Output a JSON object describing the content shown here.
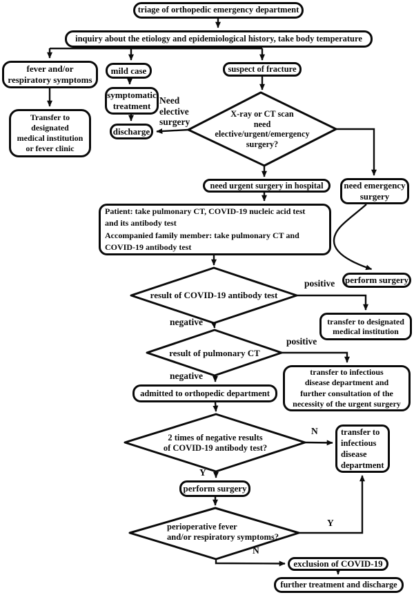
{
  "figure": {
    "type": "flowchart",
    "topic": "triage of orthopedic emergency department (COVID-19)"
  },
  "colors": {
    "ink": "#0a0a0a",
    "background": "#ffffff"
  },
  "nodes": {
    "triage": {
      "label": "triage of orthopedic emergency department"
    },
    "inquiry": {
      "label": "inquiry about the etiology and epidemiological history, take body temperature"
    },
    "fever": {
      "lines": [
        "fever and/or",
        "respiratory symptoms"
      ]
    },
    "mild_case": {
      "label": "mild case"
    },
    "suspect_fracture": {
      "label": "suspect of fracture"
    },
    "transfer_fever_clinic": {
      "lines": [
        "Transfer to",
        "designated",
        "medical institution",
        "or fever clinic"
      ]
    },
    "symptomatic_treatment": {
      "lines": [
        "symptomatic",
        "treatment"
      ]
    },
    "discharge": {
      "label": "discharge"
    },
    "xray_decision": {
      "lines": [
        "X-ray or CT scan",
        "need",
        "elective/urgent/emergency",
        "surgery?"
      ]
    },
    "need_urgent_surgery": {
      "label": "need urgent surgery in hospital"
    },
    "need_emergency_surgery": {
      "lines": [
        "need emergency",
        "surgery"
      ]
    },
    "patient_tests": {
      "lines": [
        "Patient: take pulmonary CT, COVID-19 nucleic acid test",
        "and its antibody test",
        "Accompanied family member: take pulmonary CT and",
        "COVID-19 antibody test"
      ]
    },
    "perform_surgery_emergency": {
      "label": "perform surgery"
    },
    "antibody_result_decision": {
      "label": "result of COVID-19 antibody test"
    },
    "transfer_designated": {
      "lines": [
        "transfer to designated",
        "medical institution"
      ]
    },
    "pulmonary_ct_decision": {
      "label": "result of pulmonary CT"
    },
    "transfer_infectious_consultation": {
      "lines": [
        "transfer to infectious",
        "disease department and",
        "further consultation of the",
        "necessity of the urgent surgery"
      ]
    },
    "admitted_orthopedic": {
      "label": "admitted to orthopedic department"
    },
    "two_negative_decision": {
      "lines": [
        "2 times of negative results",
        "of COVID-19 antibody test?"
      ]
    },
    "transfer_infectious": {
      "lines": [
        "transfer to",
        "infectious",
        "disease",
        "department"
      ]
    },
    "perform_surgery": {
      "label": "perform surgery"
    },
    "perioperative_decision": {
      "lines": [
        "perioperative fever",
        "and/or respiratory symptoms?"
      ]
    },
    "exclusion_covid": {
      "label": "exclusion of COVID-19"
    },
    "further_treatment": {
      "label": "further treatment and discharge"
    }
  },
  "edge_labels": {
    "need_elective_surgery": {
      "lines": [
        "Need",
        "elective",
        "surgery"
      ]
    },
    "antibody_positive": "positive",
    "antibody_negative": "negative",
    "ct_positive": "positive",
    "ct_negative": "negative",
    "two_negative_no": "N",
    "two_negative_yes": "Y",
    "perioperative_yes": "Y",
    "perioperative_no": "N"
  }
}
